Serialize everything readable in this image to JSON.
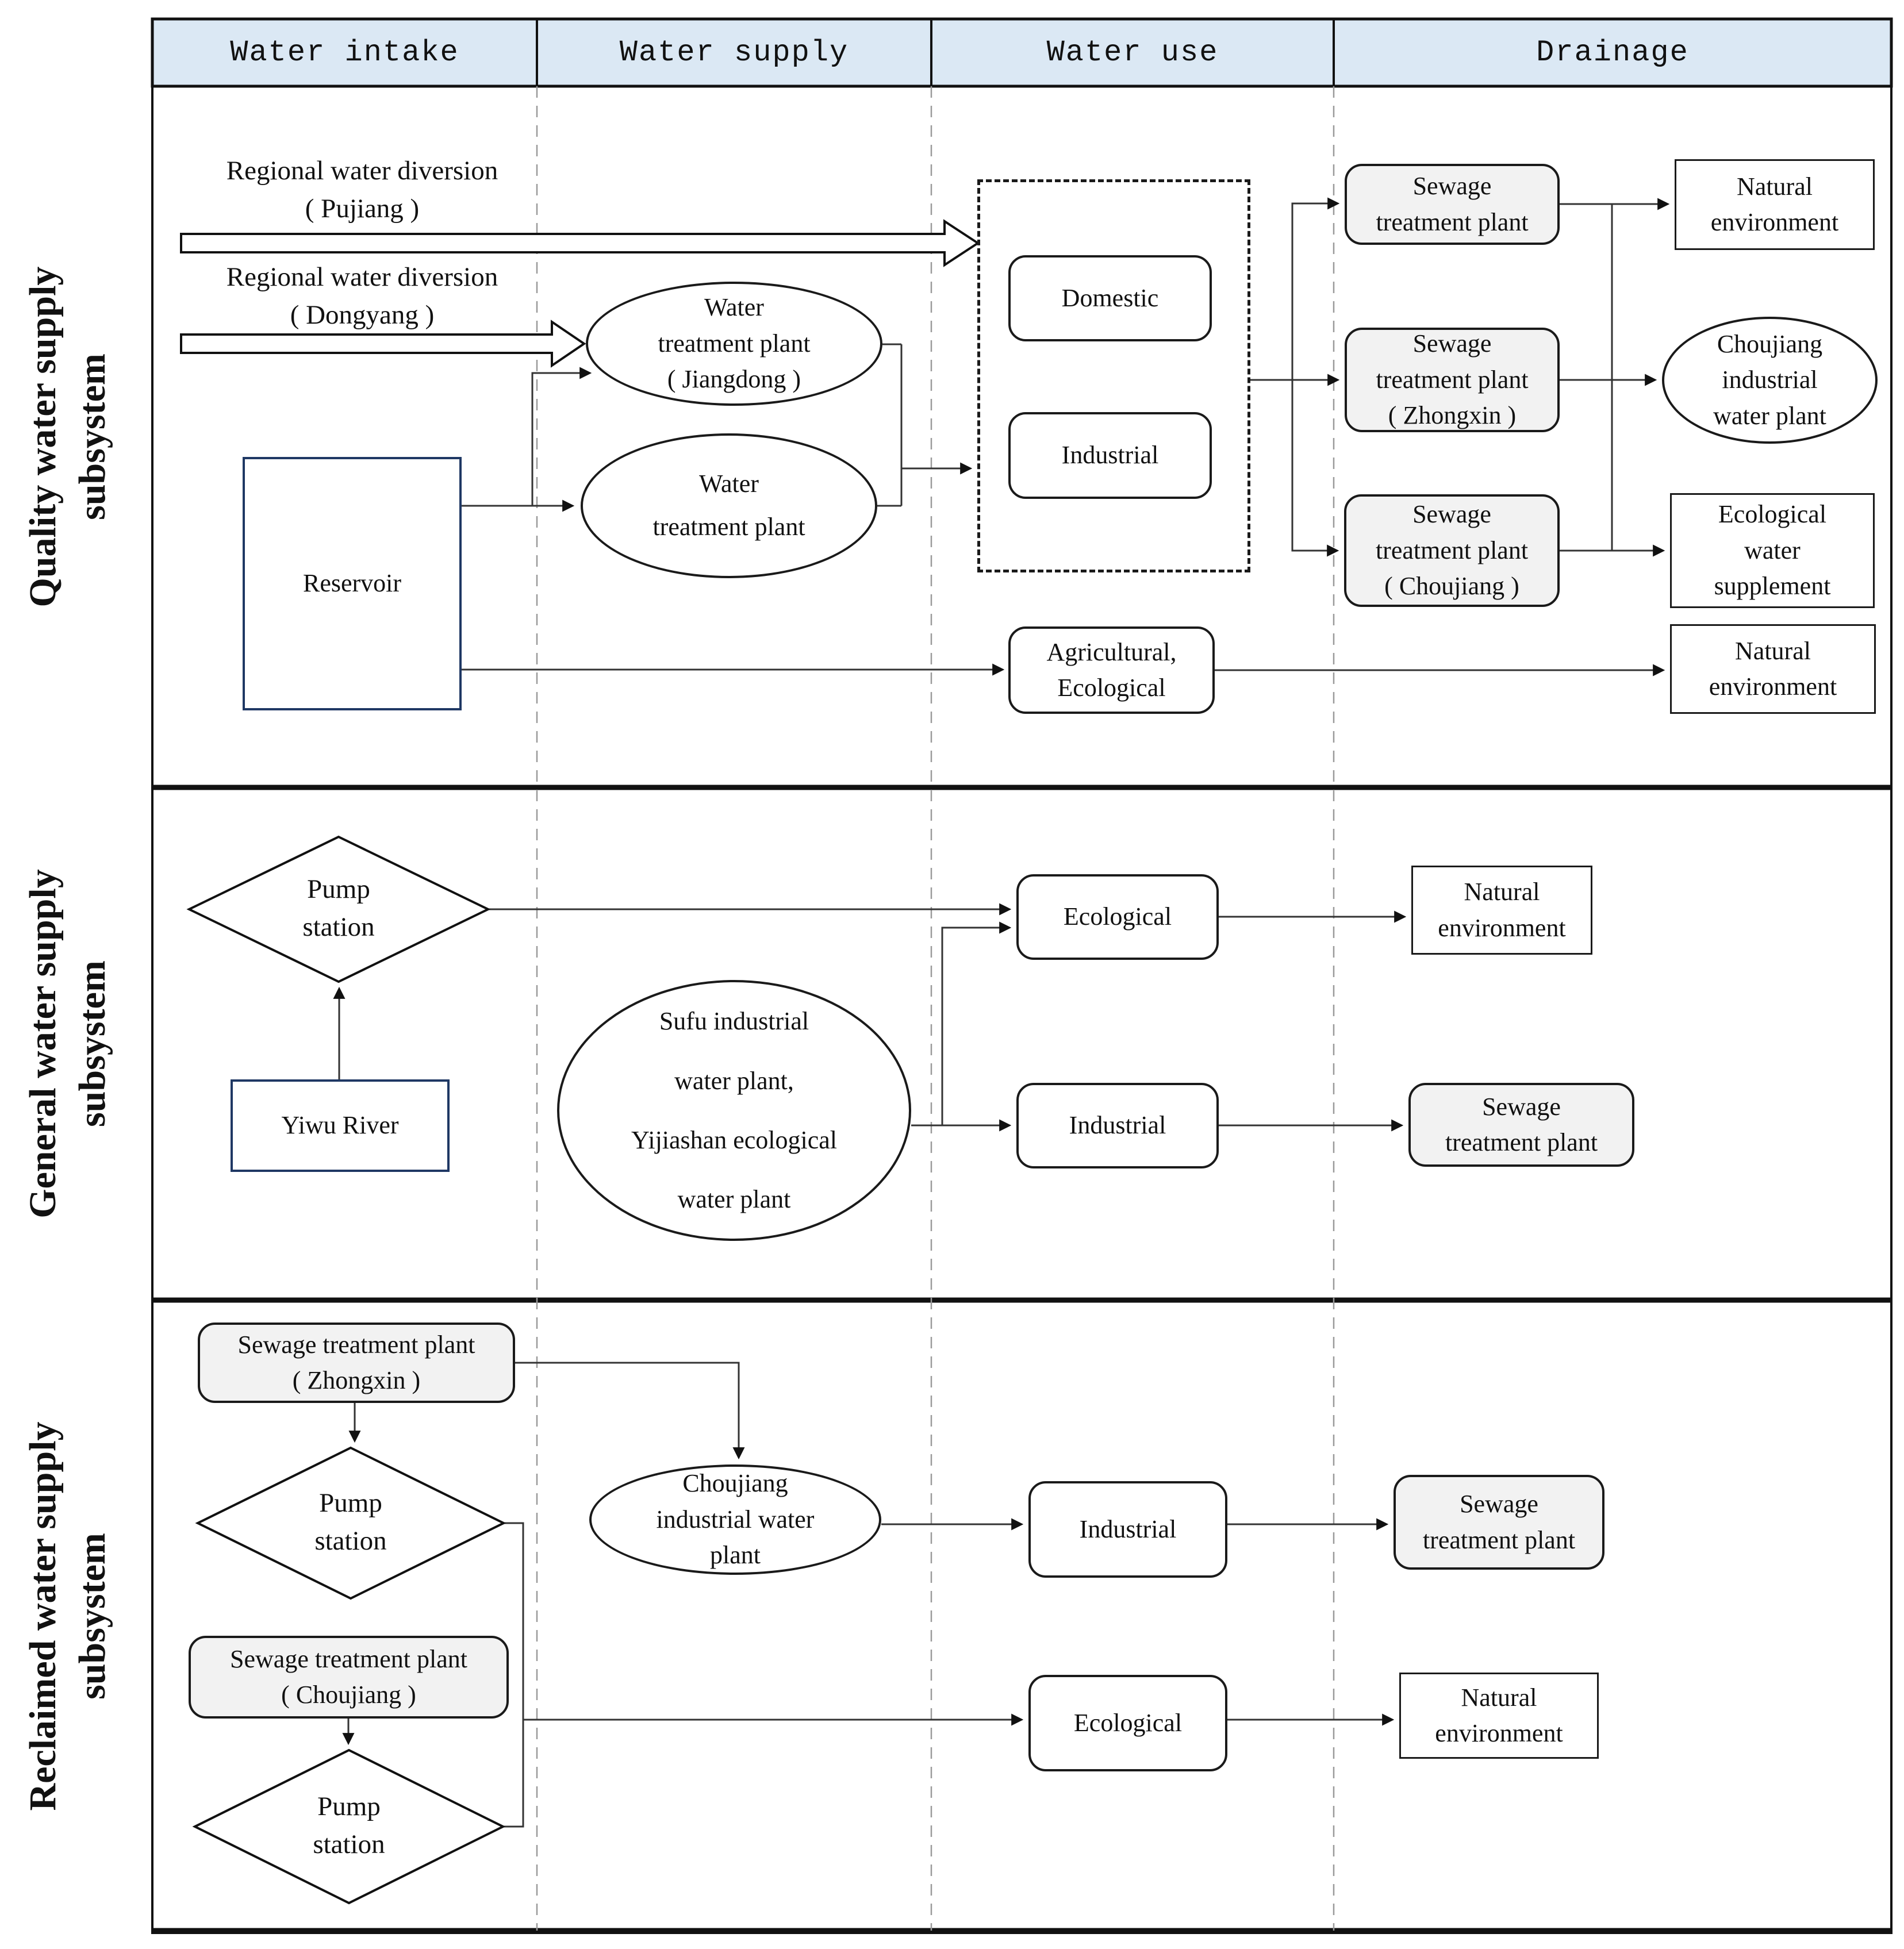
{
  "header": {
    "columns": [
      "Water intake",
      "Water supply",
      "Water use",
      "Drainage"
    ]
  },
  "colors": {
    "header_bg": "#dbe8f4",
    "node_gray": "#f2f2f2",
    "navy_border": "#1f3864",
    "line": "#333333"
  },
  "subsystems": {
    "quality": {
      "label": "Quality water supply\nsubsystem",
      "nodes": {
        "pujiang": "Regional water diversion\n( Pujiang )",
        "dongyang": "Regional water diversion\n( Dongyang )",
        "wtp_jiangdong": "Water\ntreatment plant\n( Jiangdong )",
        "wtp": "Water\ntreatment plant",
        "reservoir": "Reservoir",
        "domestic": "Domestic",
        "industrial": "Industrial",
        "agricultural_ecological": "Agricultural,\nEcological",
        "stp": "Sewage\ntreatment plant",
        "stp_zhongxin": "Sewage\ntreatment plant\n( Zhongxin )",
        "stp_choujiang": "Sewage\ntreatment plant\n( Choujiang )",
        "natural_env_1": "Natural\nenvironment",
        "choujiang_iwp": "Choujiang\nindustrial\nwater plant",
        "eco_water_supplement": "Ecological\nwater\nsupplement",
        "natural_env_2": "Natural\nenvironment"
      }
    },
    "general": {
      "label": "General water supply\nsubsystem",
      "nodes": {
        "pump_station": "Pump\nstation",
        "yiwu_river": "Yiwu River",
        "sufu_yijiashan": "Sufu industrial\nwater plant,\nYijiashan ecological\nwater plant",
        "ecological": "Ecological",
        "industrial": "Industrial",
        "natural_env": "Natural\nenvironment",
        "stp": "Sewage\ntreatment plant"
      }
    },
    "reclaimed": {
      "label": "Reclaimed water supply\nsubsystem",
      "nodes": {
        "stp_zhongxin": "Sewage treatment plant\n( Zhongxin )",
        "pump_station_1": "Pump\nstation",
        "stp_choujiang": "Sewage treatment plant\n( Choujiang )",
        "pump_station_2": "Pump\nstation",
        "choujiang_iwp": "Choujiang\nindustrial water\nplant",
        "industrial": "Industrial",
        "ecological": "Ecological",
        "stp": "Sewage\ntreatment plant",
        "natural_env": "Natural\nenvironment"
      }
    }
  }
}
